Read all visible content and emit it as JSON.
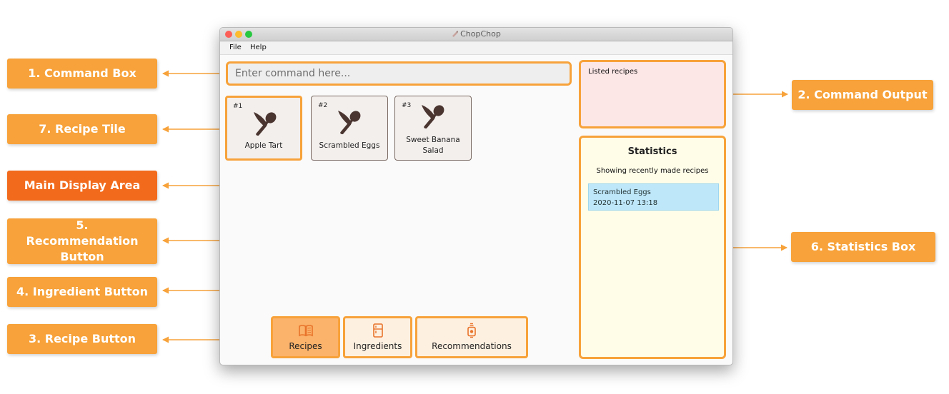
{
  "window": {
    "title": "ChopChop"
  },
  "menu": {
    "items": [
      "File",
      "Help"
    ]
  },
  "command_box": {
    "placeholder": "Enter command here..."
  },
  "command_output": {
    "text": "Listed recipes"
  },
  "recipes": [
    {
      "number": "#1",
      "name": "Apple Tart",
      "icon": "utensils-icon"
    },
    {
      "number": "#2",
      "name": "Scrambled Eggs",
      "icon": "utensils-icon"
    },
    {
      "number": "#3",
      "name": "Sweet Banana Salad",
      "icon": "utensils-icon"
    }
  ],
  "statistics": {
    "title": "Statistics",
    "subtitle": "Showing recently made recipes",
    "items": [
      {
        "name": "Scrambled Eggs",
        "date": "2020-11-07 13:18"
      }
    ]
  },
  "nav_buttons": [
    {
      "label": "Recipes",
      "icon": "book-icon"
    },
    {
      "label": "Ingredients",
      "icon": "fridge-icon"
    },
    {
      "label": "Recommendations",
      "icon": "lightbulb-icon"
    }
  ],
  "callouts": {
    "command_box": "1.  Command Box",
    "recipe_tile": "7.  Recipe Tile",
    "main_display": "Main Display Area",
    "recommendation_button": "5.  Recommendation Button",
    "ingredient_button": "4.  Ingredient Button",
    "recipe_button": "3.  Recipe Button",
    "command_output": "2.  Command Output",
    "statistics_box": "6.  Statistics Box"
  },
  "colors": {
    "accent": "#f7a23a",
    "main_display_callout": "#f26b1d",
    "output_bg": "#fde6e6",
    "stats_bg": "#fffde8",
    "stat_item_bg": "#bfe7fa",
    "icon": "#4a3530"
  }
}
